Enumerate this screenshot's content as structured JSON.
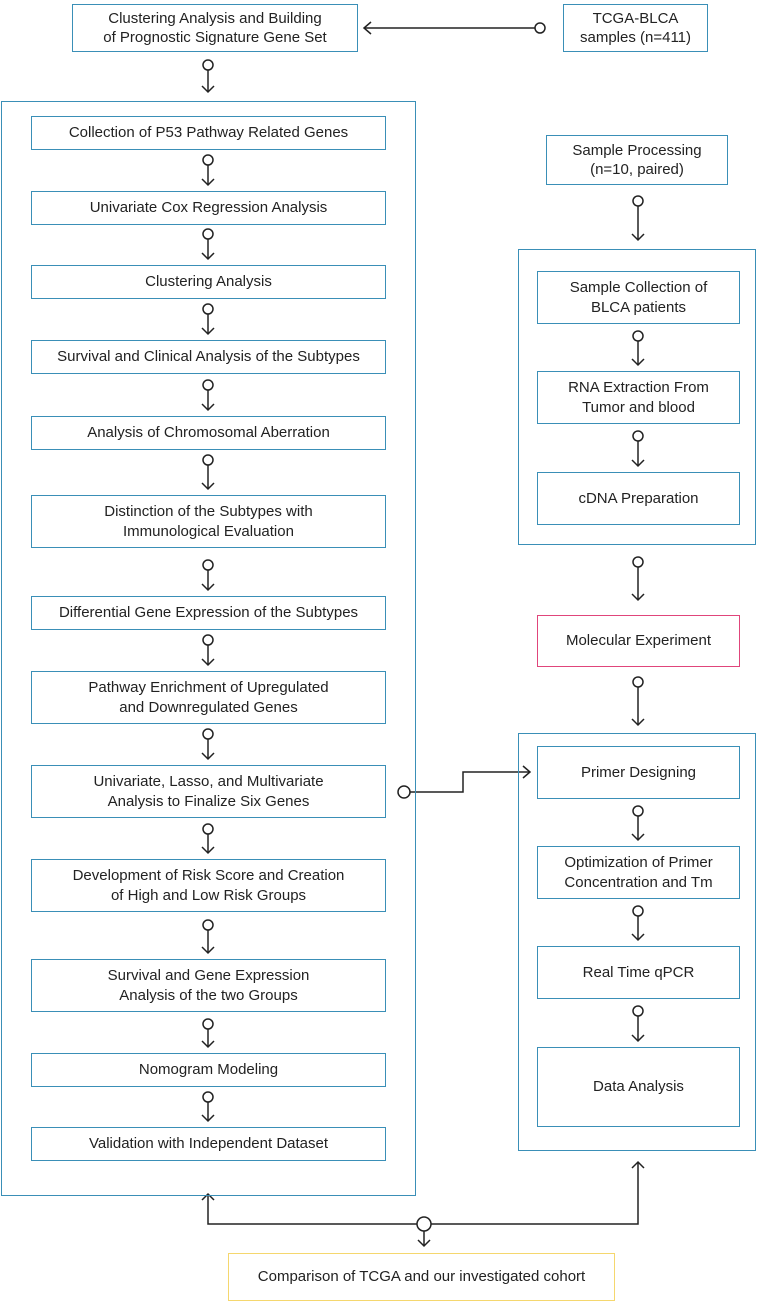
{
  "top": {
    "clustering_box": "Clustering Analysis and Building\nof Prognostic Signature Gene Set",
    "tcga_box": "TCGA-BLCA\nsamples (n=411)"
  },
  "left_steps": [
    "Collection of P53 Pathway Related Genes",
    "Univariate Cox Regression Analysis",
    "Clustering Analysis",
    "Survival and Clinical Analysis of the Subtypes",
    "Analysis of Chromosomal Aberration",
    "Distinction of the Subtypes with\nImmunological Evaluation",
    "Differential Gene Expression of the Subtypes",
    "Pathway Enrichment of Upregulated\nand Downregulated Genes",
    "Univariate, Lasso, and Multivariate\nAnalysis to Finalize Six Genes",
    "Development of Risk Score and Creation\nof High and Low Risk Groups",
    "Survival and Gene Expression\nAnalysis of the two Groups",
    "Nomogram Modeling",
    "Validation with Independent Dataset"
  ],
  "right": {
    "sample_processing": "Sample Processing\n(n=10, paired)",
    "sample_steps": [
      "Sample Collection of\nBLCA patients",
      "RNA Extraction From\nTumor and blood",
      "cDNA Preparation"
    ],
    "molecular_experiment": "Molecular Experiment",
    "qpcr_steps": [
      "Primer Designing",
      "Optimization of Primer\nConcentration and Tm",
      "Real Time qPCR",
      "Data Analysis"
    ]
  },
  "bottom": {
    "comparison_box": "Comparison of TCGA and our investigated cohort"
  },
  "colors": {
    "box_border": "#3a8fb7",
    "molecular_border": "#e0457b",
    "comparison_border": "#f5d76e",
    "connector": "#222222"
  }
}
